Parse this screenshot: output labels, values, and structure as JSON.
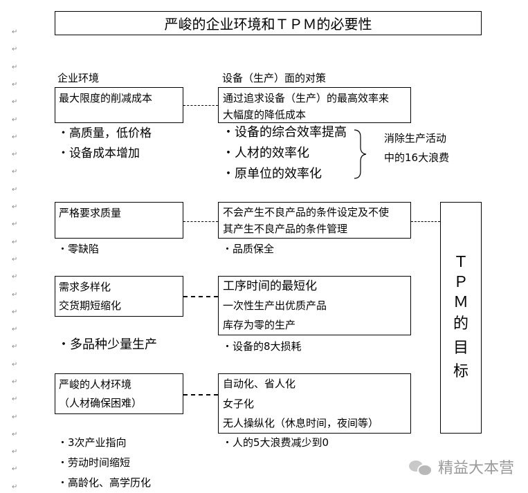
{
  "title": "严峻的企业环境和ＴＰＭ的必要性",
  "headers": {
    "left": "企业环境",
    "right": "设备（生产）面的对策"
  },
  "return_mark": "↵",
  "sections": [
    {
      "left_lines": [
        "最大限度的削减成本"
      ],
      "left_bullets": [
        "・高质量，低价格",
        "・设备成本增加"
      ],
      "right_lines": [
        "通过追求设备（生产）的最高效率来",
        "大幅度的降低成本"
      ],
      "right_bullets": [
        "・设备的综合效率提高",
        "・人材的效率化",
        "・原单位的效率化"
      ],
      "brace_label": [
        "消除生产活动",
        "中的16大浪费"
      ]
    },
    {
      "left_lines": [
        "严格要求质量"
      ],
      "left_bullets": [
        "・零缺陷"
      ],
      "right_lines": [
        "不会产生不良产品的条件设定及不使",
        "其产生不良产品的条件管理"
      ],
      "right_bullets": [
        "・品质保全"
      ]
    },
    {
      "left_lines": [
        "需求多样化",
        "交货期短缩化"
      ],
      "left_bullets": [
        "・多品种少量生产"
      ],
      "right_lines": [
        "工序时间的最短化",
        "一次性生产出优质产品",
        "库存为零的生产"
      ],
      "right_bullets": [
        "・设备的8大损耗"
      ]
    },
    {
      "left_lines": [
        "严峻的人材环境",
        "（人材确保困难）"
      ],
      "left_bullets": [
        "・3次产业指向",
        "・劳动时间缩短",
        "・高龄化、高学历化"
      ],
      "right_lines": [
        "自动化、省人化",
        "女子化",
        "无人操纵化（休息时间，夜间等）"
      ],
      "right_bullets": [
        "・人的5大浪费减少到0"
      ]
    }
  ],
  "goal_box": [
    "Ｔ",
    "Ｐ",
    "Ｍ",
    "的",
    "目",
    "标"
  ],
  "watermark": {
    "text": "精益大本营",
    "icon": "wechat-icon"
  }
}
